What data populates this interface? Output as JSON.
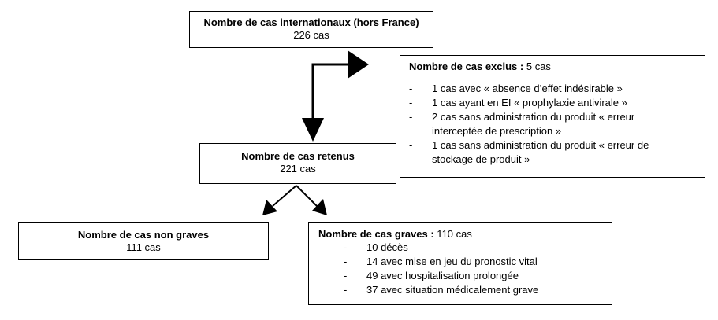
{
  "international": {
    "title": "Nombre de cas internationaux (hors France)",
    "value": "226 cas"
  },
  "excluded": {
    "title": "Nombre de cas exclus :",
    "value": " 5 cas",
    "items": [
      [
        "1 cas avec « absence d’effet indésirable »"
      ],
      [
        "1 cas ayant en EI « prophylaxie antivirale »"
      ],
      [
        "2 cas sans administration du produit « erreur",
        "interceptée de prescription »"
      ],
      [
        "1 cas sans administration du produit « erreur de",
        "stockage de produit »"
      ]
    ]
  },
  "retained": {
    "title": "Nombre de cas retenus",
    "value": "221 cas"
  },
  "non_serious": {
    "title": "Nombre de cas non graves",
    "value": "111 cas"
  },
  "serious": {
    "title": "Nombre de cas graves :",
    "value": " 110 cas",
    "items": [
      "10 décès",
      "14 avec mise en jeu du pronostic vital",
      "49 avec hospitalisation prolongée",
      "37 avec situation médicalement grave"
    ]
  },
  "dash_symbol": "-"
}
